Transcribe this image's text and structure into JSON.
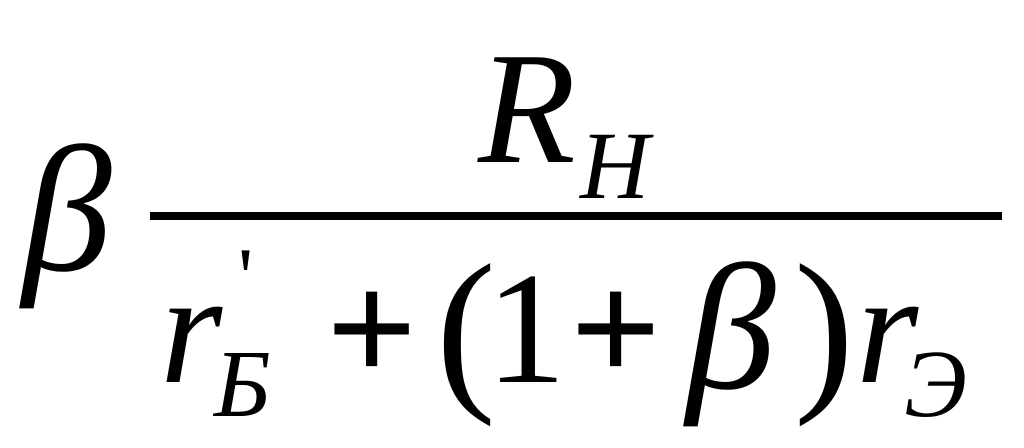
{
  "formula": {
    "leading_factor": "β",
    "numerator": {
      "symbol": "R",
      "subscript": "Н"
    },
    "denominator": {
      "term1_symbol": "r",
      "term1_prime": "'",
      "term1_subscript": "Б",
      "plus_1": "+",
      "open_paren": "(",
      "one": "1",
      "plus_2": "+",
      "beta": "β",
      "close_paren": ")",
      "term2_symbol": "r",
      "term2_subscript": "Э"
    }
  }
}
